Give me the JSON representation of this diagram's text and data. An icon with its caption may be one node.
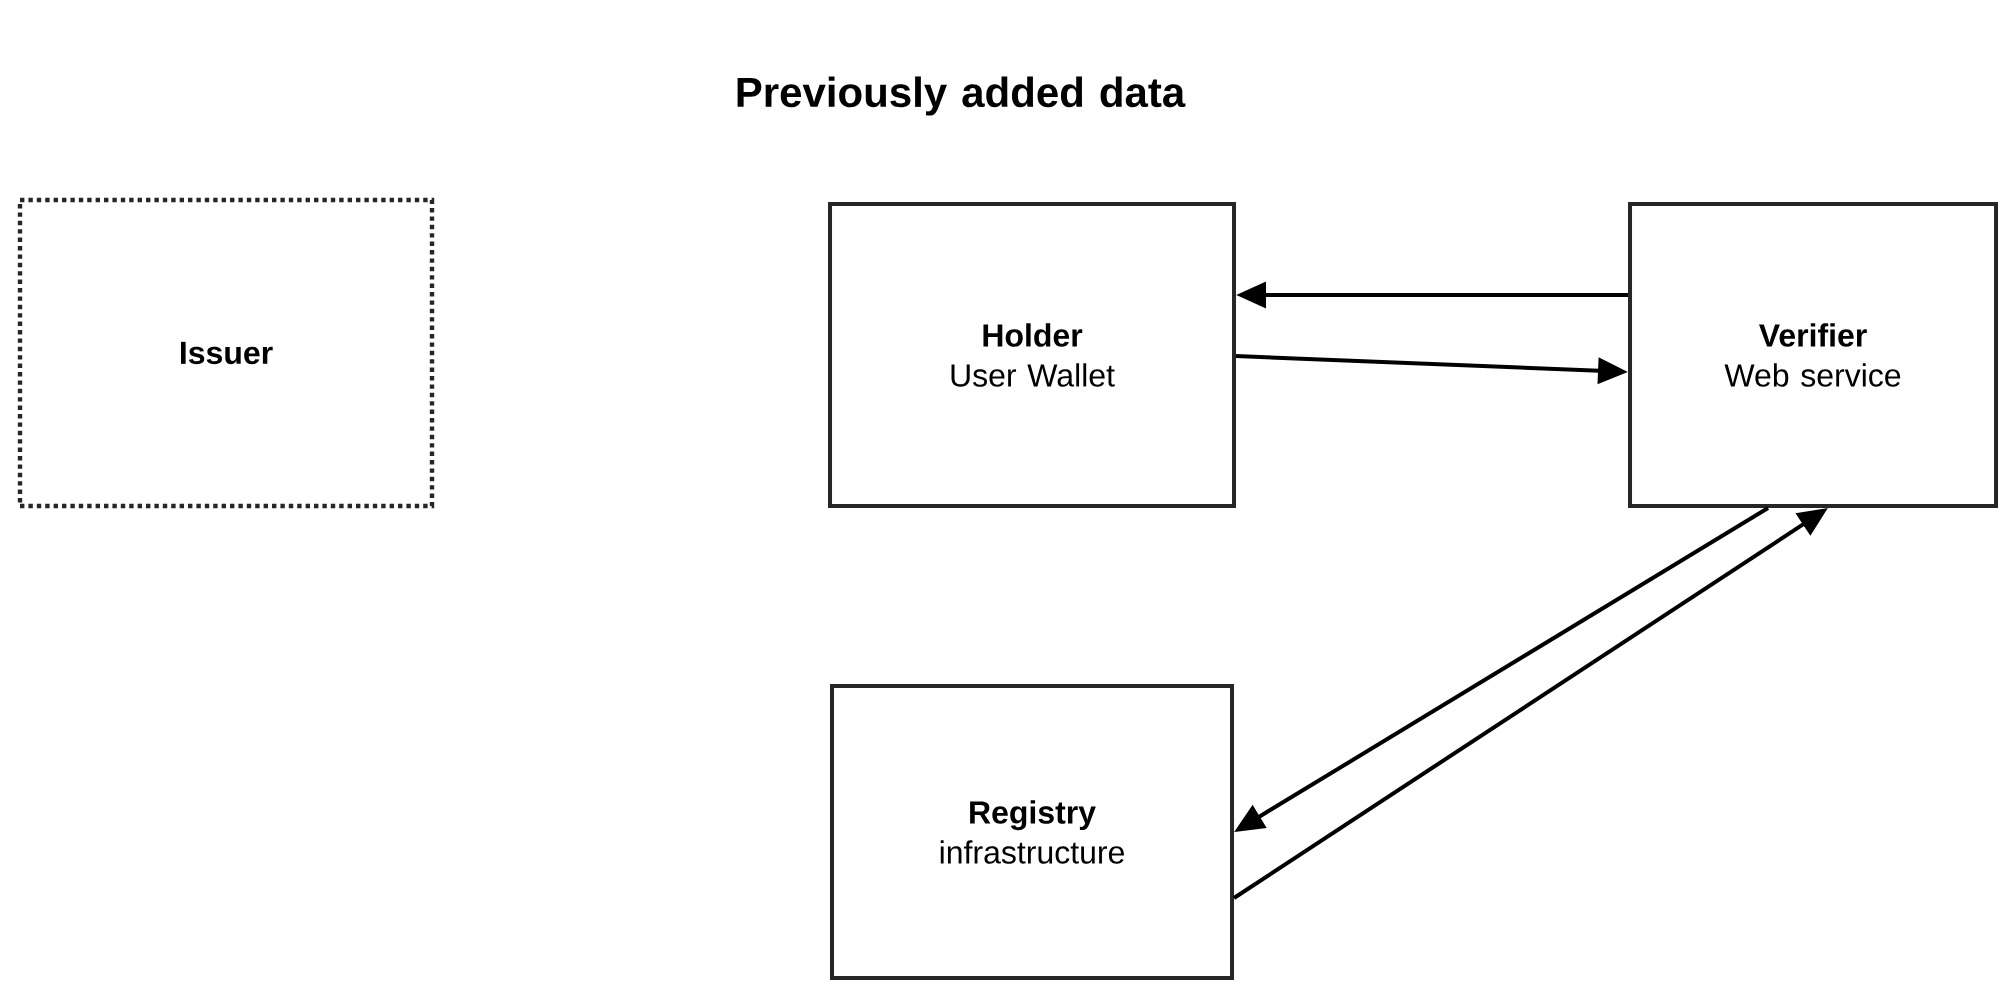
{
  "diagram": {
    "title": "Previously added data",
    "nodes": [
      {
        "text": [
          "Issuer"
        ]
      },
      {
        "text": [
          "Holder",
          "User Wallet"
        ]
      },
      {
        "text": [
          "Verifier",
          "Web service"
        ]
      },
      {
        "text": [
          "Registry",
          "infrastructure"
        ]
      }
    ],
    "edges": [
      {
        "from": 2,
        "to": 1,
        "arrow": "to"
      },
      {
        "from": 1,
        "to": 2,
        "arrow": "to"
      },
      {
        "from": 2,
        "to": 3,
        "arrow": "to"
      },
      {
        "from": 3,
        "to": 2,
        "arrow": "to"
      }
    ]
  }
}
